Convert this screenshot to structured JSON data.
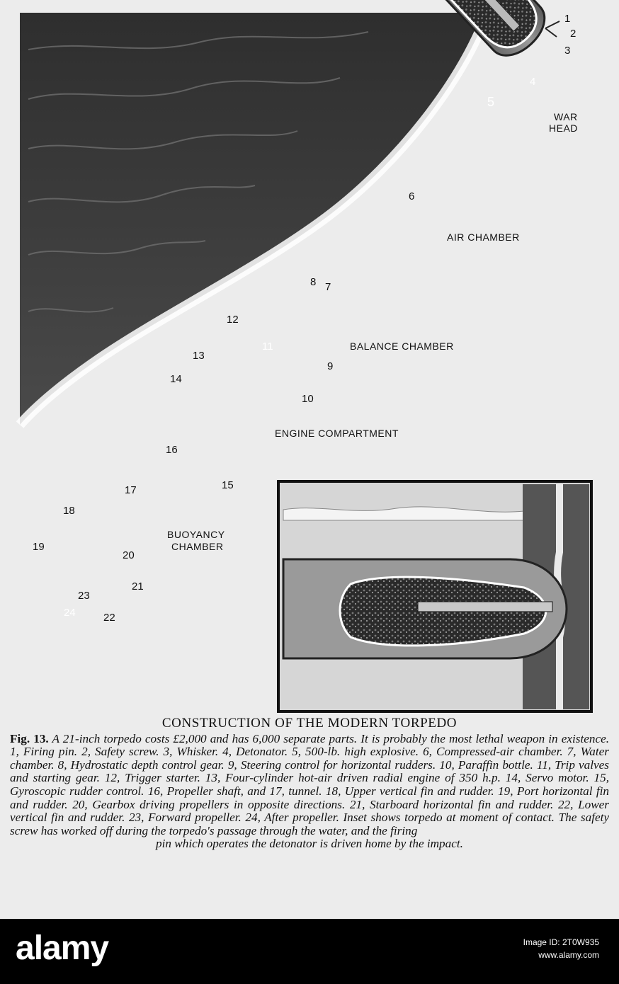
{
  "labels": {
    "n1": "1",
    "n2": "2",
    "n3": "3",
    "n4": "4",
    "n5": "5",
    "n6": "6",
    "n7": "7",
    "n8": "8",
    "n9": "9",
    "n10": "10",
    "n11": "11",
    "n12": "12",
    "n13": "13",
    "n14": "14",
    "n15": "15",
    "n16": "16",
    "n17": "17",
    "n18": "18",
    "n19": "19",
    "n20": "20",
    "n21": "21",
    "n22": "22",
    "n23": "23",
    "n24": "24",
    "war": "WAR",
    "head": "HEAD",
    "air_chamber": "AIR CHAMBER",
    "balance_chamber": "BALANCE CHAMBER",
    "engine_compartment": "ENGINE COMPARTMENT",
    "buoyancy": "BUOYANCY",
    "chamber": "CHAMBER"
  },
  "caption": {
    "title": "CONSTRUCTION OF THE MODERN TORPEDO",
    "fig_label": "Fig. 13.",
    "body": "A 21-inch torpedo costs £2,000 and has 6,000 separate parts. It is probably the most lethal weapon in existence. 1, Firing pin. 2, Safety screw. 3, Whisker. 4, Detonator. 5, 500-lb. high explosive. 6, Compressed-air chamber. 7, Water chamber. 8, Hydrostatic depth control gear. 9, Steering control for horizontal rudders. 10, Paraffin bottle. 11, Trip valves and starting gear. 12, Trigger starter. 13, Four-cylinder hot-air driven radial engine of 350 h.p. 14, Servo motor. 15, Gyroscopic rudder control. 16, Propeller shaft, and 17, tunnel. 18, Upper vertical fin and rudder. 19, Port horizontal fin and rudder. 20, Gearbox driving propellers in opposite directions. 21, Starboard horizontal fin and rudder. 22, Lower vertical fin and rudder. 23, Forward propeller. 24, After propeller. Inset shows torpedo at moment of contact. The safety screw has worked off during the torpedo's passage through the water, and the firing",
    "tail": "pin which operates the detonator is driven home by the impact."
  },
  "footer": {
    "watermark": "alamy",
    "image_id_line1": "Image ID: 2T0W935",
    "image_id_line2": "www.alamy.com"
  }
}
